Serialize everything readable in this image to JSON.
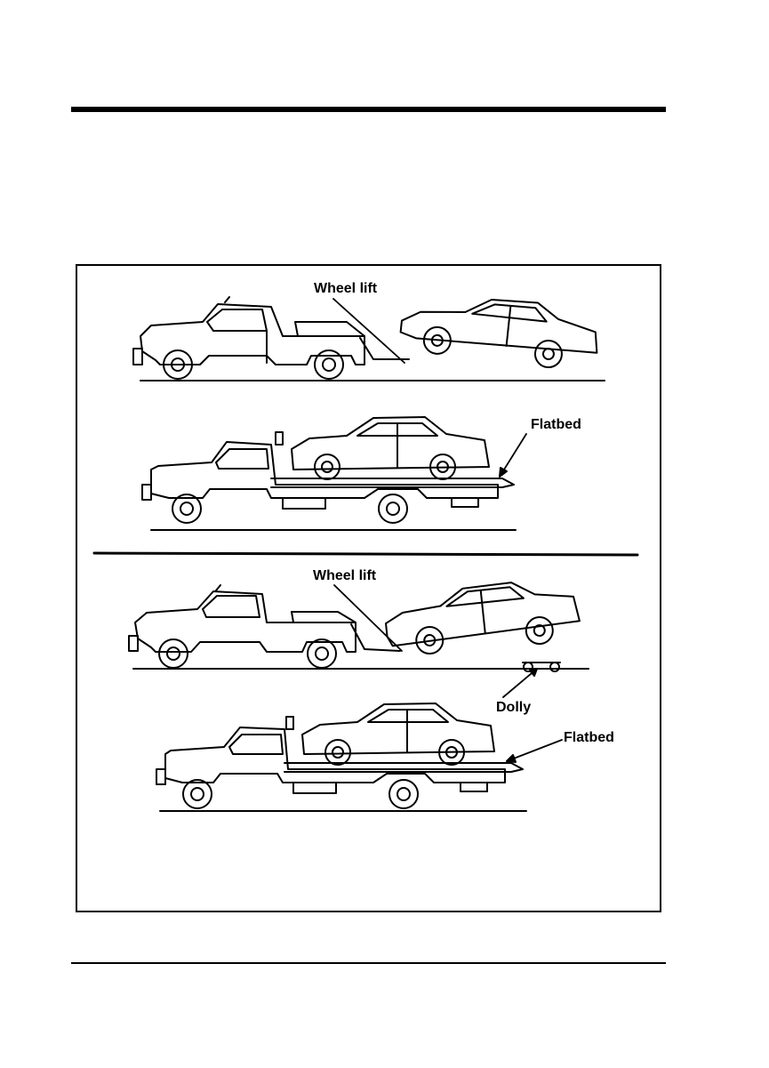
{
  "figure": {
    "labels": {
      "wheel_lift_1": "Wheel lift",
      "flatbed_1": "Flatbed",
      "wheel_lift_2": "Wheel lift",
      "dolly": "Dolly",
      "flatbed_2": "Flatbed"
    }
  },
  "colors": {
    "ink": "#000000",
    "paper": "#ffffff"
  }
}
